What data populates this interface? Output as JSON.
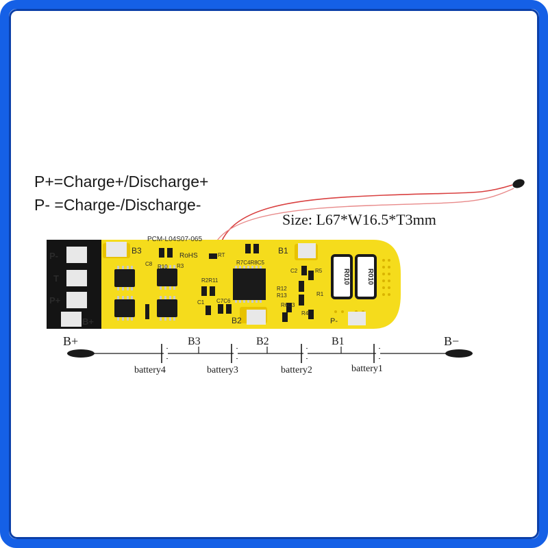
{
  "legend": {
    "line1": "P+=Charge+/Discharge+",
    "line2": "P- =Charge-/Discharge-"
  },
  "size_label": "Size: L67*W16.5*T3mm",
  "board": {
    "model": "PCM-L04S07-065",
    "rohs": "RoHS",
    "pads": {
      "p_minus": "P-",
      "t": "T",
      "p_plus": "P+",
      "b_plus": "B+",
      "p_minus_right": "P-"
    },
    "silkscreen": {
      "b3": "B3",
      "b2": "B2",
      "b1": "B1",
      "c8": "C8",
      "r10": "R10",
      "r3": "R3",
      "rt": "RT",
      "r7c4r8c5": "R7C4R8C5",
      "r2r11": "R2R11",
      "c1": "C1",
      "c7c6": "C7C6",
      "c2": "C2",
      "r5": "R5",
      "r12": "R12",
      "r13": "R13",
      "r1": "R1",
      "r6c3": "R6C3",
      "r4": "R4"
    },
    "shunt_resistors": [
      "R010",
      "R010"
    ]
  },
  "wiring": {
    "b_plus": "B+",
    "b_minus": "B−",
    "taps": [
      "B3",
      "B2",
      "B1"
    ],
    "batteries": [
      "battery4",
      "battery3",
      "battery2",
      "battery1"
    ]
  },
  "colors": {
    "frame": "#1560e6",
    "board": "#f5dc1c",
    "copper": "#e0b800",
    "pad": "#e8e8e8",
    "thermistor_wire": "#d94040"
  }
}
